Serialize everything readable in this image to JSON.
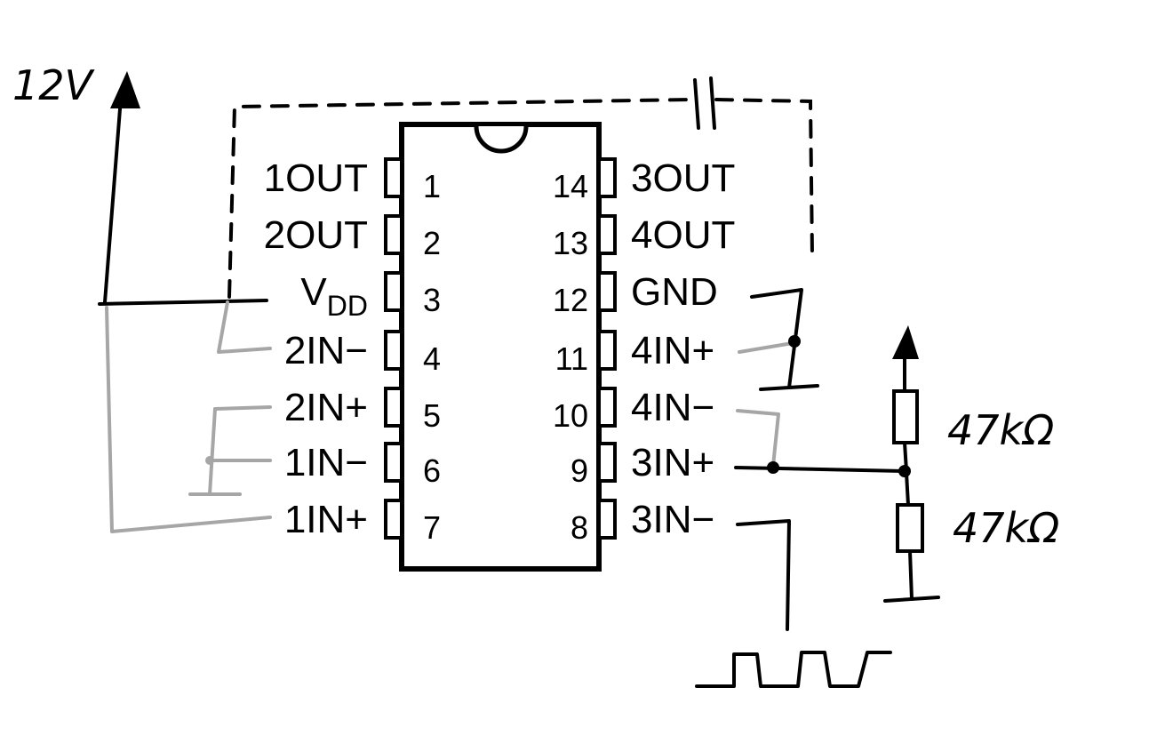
{
  "supply_label": "12V",
  "left_pins": [
    {
      "name": "1OUT",
      "num": "1"
    },
    {
      "name": "2OUT",
      "num": "2"
    },
    {
      "name": "V",
      "sub": "DD",
      "num": "3"
    },
    {
      "name": "2IN−",
      "num": "4"
    },
    {
      "name": "2IN+",
      "num": "5"
    },
    {
      "name": "1IN−",
      "num": "6"
    },
    {
      "name": "1IN+",
      "num": "7"
    }
  ],
  "right_pins": [
    {
      "name": "3OUT",
      "num": "14"
    },
    {
      "name": "4OUT",
      "num": "13"
    },
    {
      "name": "GND",
      "num": "12"
    },
    {
      "name": "4IN+",
      "num": "11"
    },
    {
      "name": "4IN−",
      "num": "10"
    },
    {
      "name": "3IN+",
      "num": "9"
    },
    {
      "name": "3IN−",
      "num": "8"
    }
  ],
  "resistors": [
    {
      "label": "47kΩ"
    },
    {
      "label": "47kΩ"
    }
  ]
}
